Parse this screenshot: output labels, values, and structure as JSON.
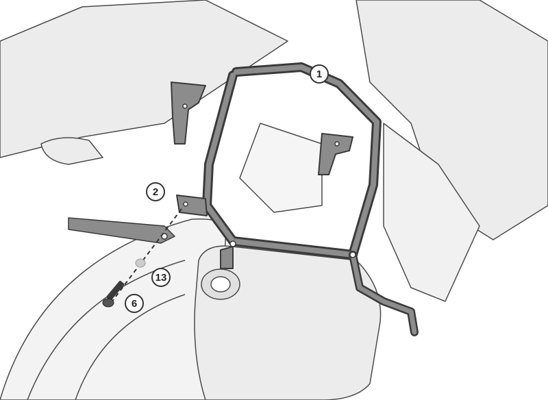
{
  "diagram": {
    "callouts": [
      {
        "id": "part-1",
        "label": "1"
      },
      {
        "id": "part-2",
        "label": "2"
      },
      {
        "id": "part-13",
        "label": "13"
      },
      {
        "id": "part-6",
        "label": "6"
      }
    ],
    "colors": {
      "outline": "#4a4a4a",
      "body_fill": "#ececec",
      "rack_dark": "#3a3a3a",
      "rack_mid": "#8c8c8c"
    }
  }
}
